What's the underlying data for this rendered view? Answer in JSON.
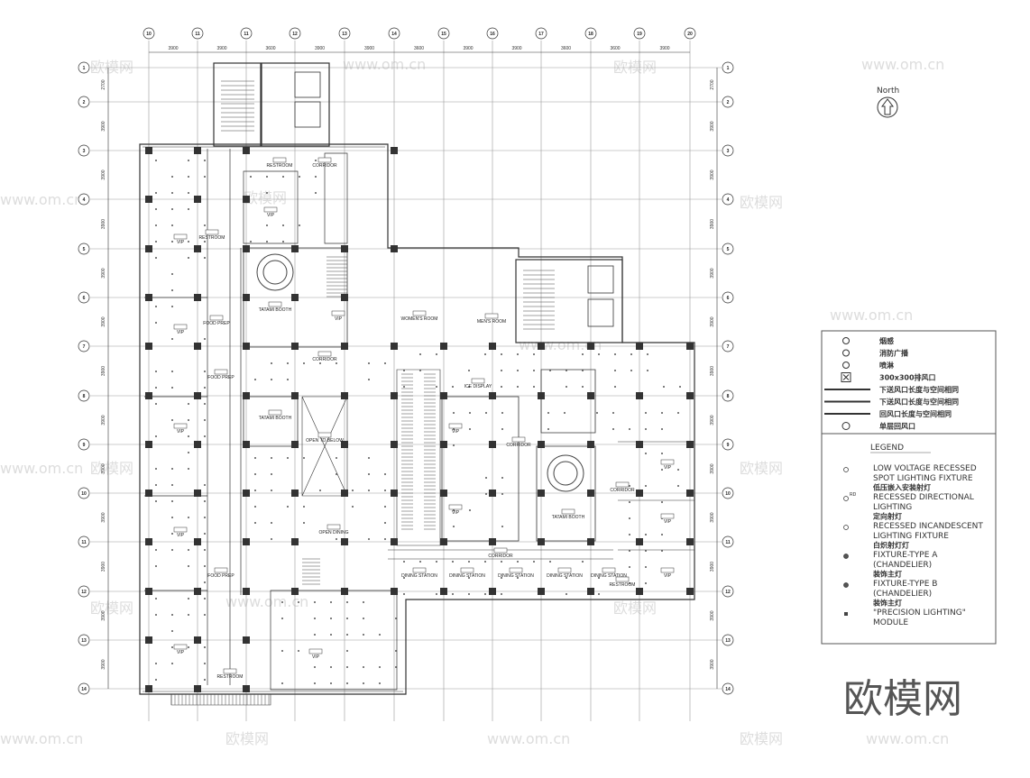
{
  "drawing": {
    "columns": [
      "10",
      "11",
      "11",
      "12",
      "13",
      "14",
      "15",
      "16",
      "17",
      "18",
      "19",
      "20"
    ],
    "column_dims": [
      "3900",
      "3900",
      "3600",
      "3900",
      "3900",
      "3600",
      "3900",
      "3900",
      "3600",
      "3600",
      "3900"
    ],
    "rows": [
      "1",
      "2",
      "3",
      "4",
      "5",
      "6",
      "7",
      "8",
      "9",
      "10",
      "11",
      "12",
      "13",
      "14"
    ],
    "row_dims": [
      "2700",
      "3900",
      "3900",
      "3900",
      "3900",
      "3900",
      "3900",
      "3900",
      "3900",
      "3900",
      "3900",
      "3900",
      "3900"
    ],
    "north_label": "North",
    "rooms": [
      "VIP",
      "VIP",
      "VIP",
      "VIP",
      "VIP",
      "VIP",
      "VIP",
      "VIP",
      "VIP",
      "VIP",
      "VIP",
      "VIP",
      "VIP",
      "TATAMI BOOTH",
      "TATAMI BOOTH",
      "TATAMI BOOTH",
      "CORRIDOR",
      "CORRIDOR",
      "CORRIDOR",
      "CORRIDOR",
      "CORRIDOR",
      "RESTROOM",
      "RESTROOM",
      "RESTROOM",
      "RESTROOM",
      "WOMEN'S ROOM",
      "MEN'S ROOM",
      "ICE DISPLAY",
      "OPEN DINING",
      "OPEN TO BELOW",
      "FOOD PREP",
      "FOOD PREP",
      "FOOD PREP",
      "DINING STATION",
      "DINING STATION",
      "DINING STATION",
      "DINING STATION",
      "DINING STATION"
    ]
  },
  "legend": {
    "symbols": [
      {
        "icon": "smoke-detector-icon",
        "label": "烟感"
      },
      {
        "icon": "fire-broadcast-icon",
        "label": "消防广播"
      },
      {
        "icon": "sprinkler-icon",
        "label": "喷淋"
      },
      {
        "icon": "exhaust-vent-icon",
        "label": "300x300排风口"
      },
      {
        "icon": "supply-slot-icon",
        "label": "下送风口长度与空间相同"
      },
      {
        "icon": "supply-slot-icon",
        "label": "下送风口长度与空间相同"
      },
      {
        "icon": "return-slot-icon",
        "label": "回风口长度与空间相同"
      },
      {
        "icon": "return-vent-icon",
        "label": "单层回风口"
      }
    ],
    "title": "LEGEND",
    "items": [
      {
        "icon": "spot-light-icon",
        "en1": "LOW VOLTAGE RECESSED",
        "en2": "SPOT LIGHTING FIXTURE",
        "cn": "低压嵌入安装射灯"
      },
      {
        "icon": "directional-light-icon",
        "en1": "RECESSED DIRECTIONAL",
        "en2": "LIGHTING",
        "cn": "定向射灯"
      },
      {
        "icon": "incandescent-light-icon",
        "en1": "RECESSED INCANDESCENT",
        "en2": "LIGHTING FIXTURE",
        "cn": "白炽射灯灯"
      },
      {
        "icon": "chandelier-a-icon",
        "en1": "FIXTURE-TYPE A",
        "en2": "(CHANDELIER)",
        "cn": "装饰主灯"
      },
      {
        "icon": "chandelier-b-icon",
        "en1": "FIXTURE-TYPE B",
        "en2": "(CHANDELIER)",
        "cn": "装饰主灯"
      },
      {
        "icon": "precision-module-icon",
        "en1": "\"PRECISION LIGHTING\"",
        "en2": "MODULE",
        "cn": ""
      }
    ],
    "rd_tag": "RD"
  },
  "watermark": {
    "logo": "欧模网",
    "url": "www.om.cn"
  },
  "colors": {
    "line": "#333333",
    "grid": "#9a9a9a",
    "column": "#333333"
  }
}
